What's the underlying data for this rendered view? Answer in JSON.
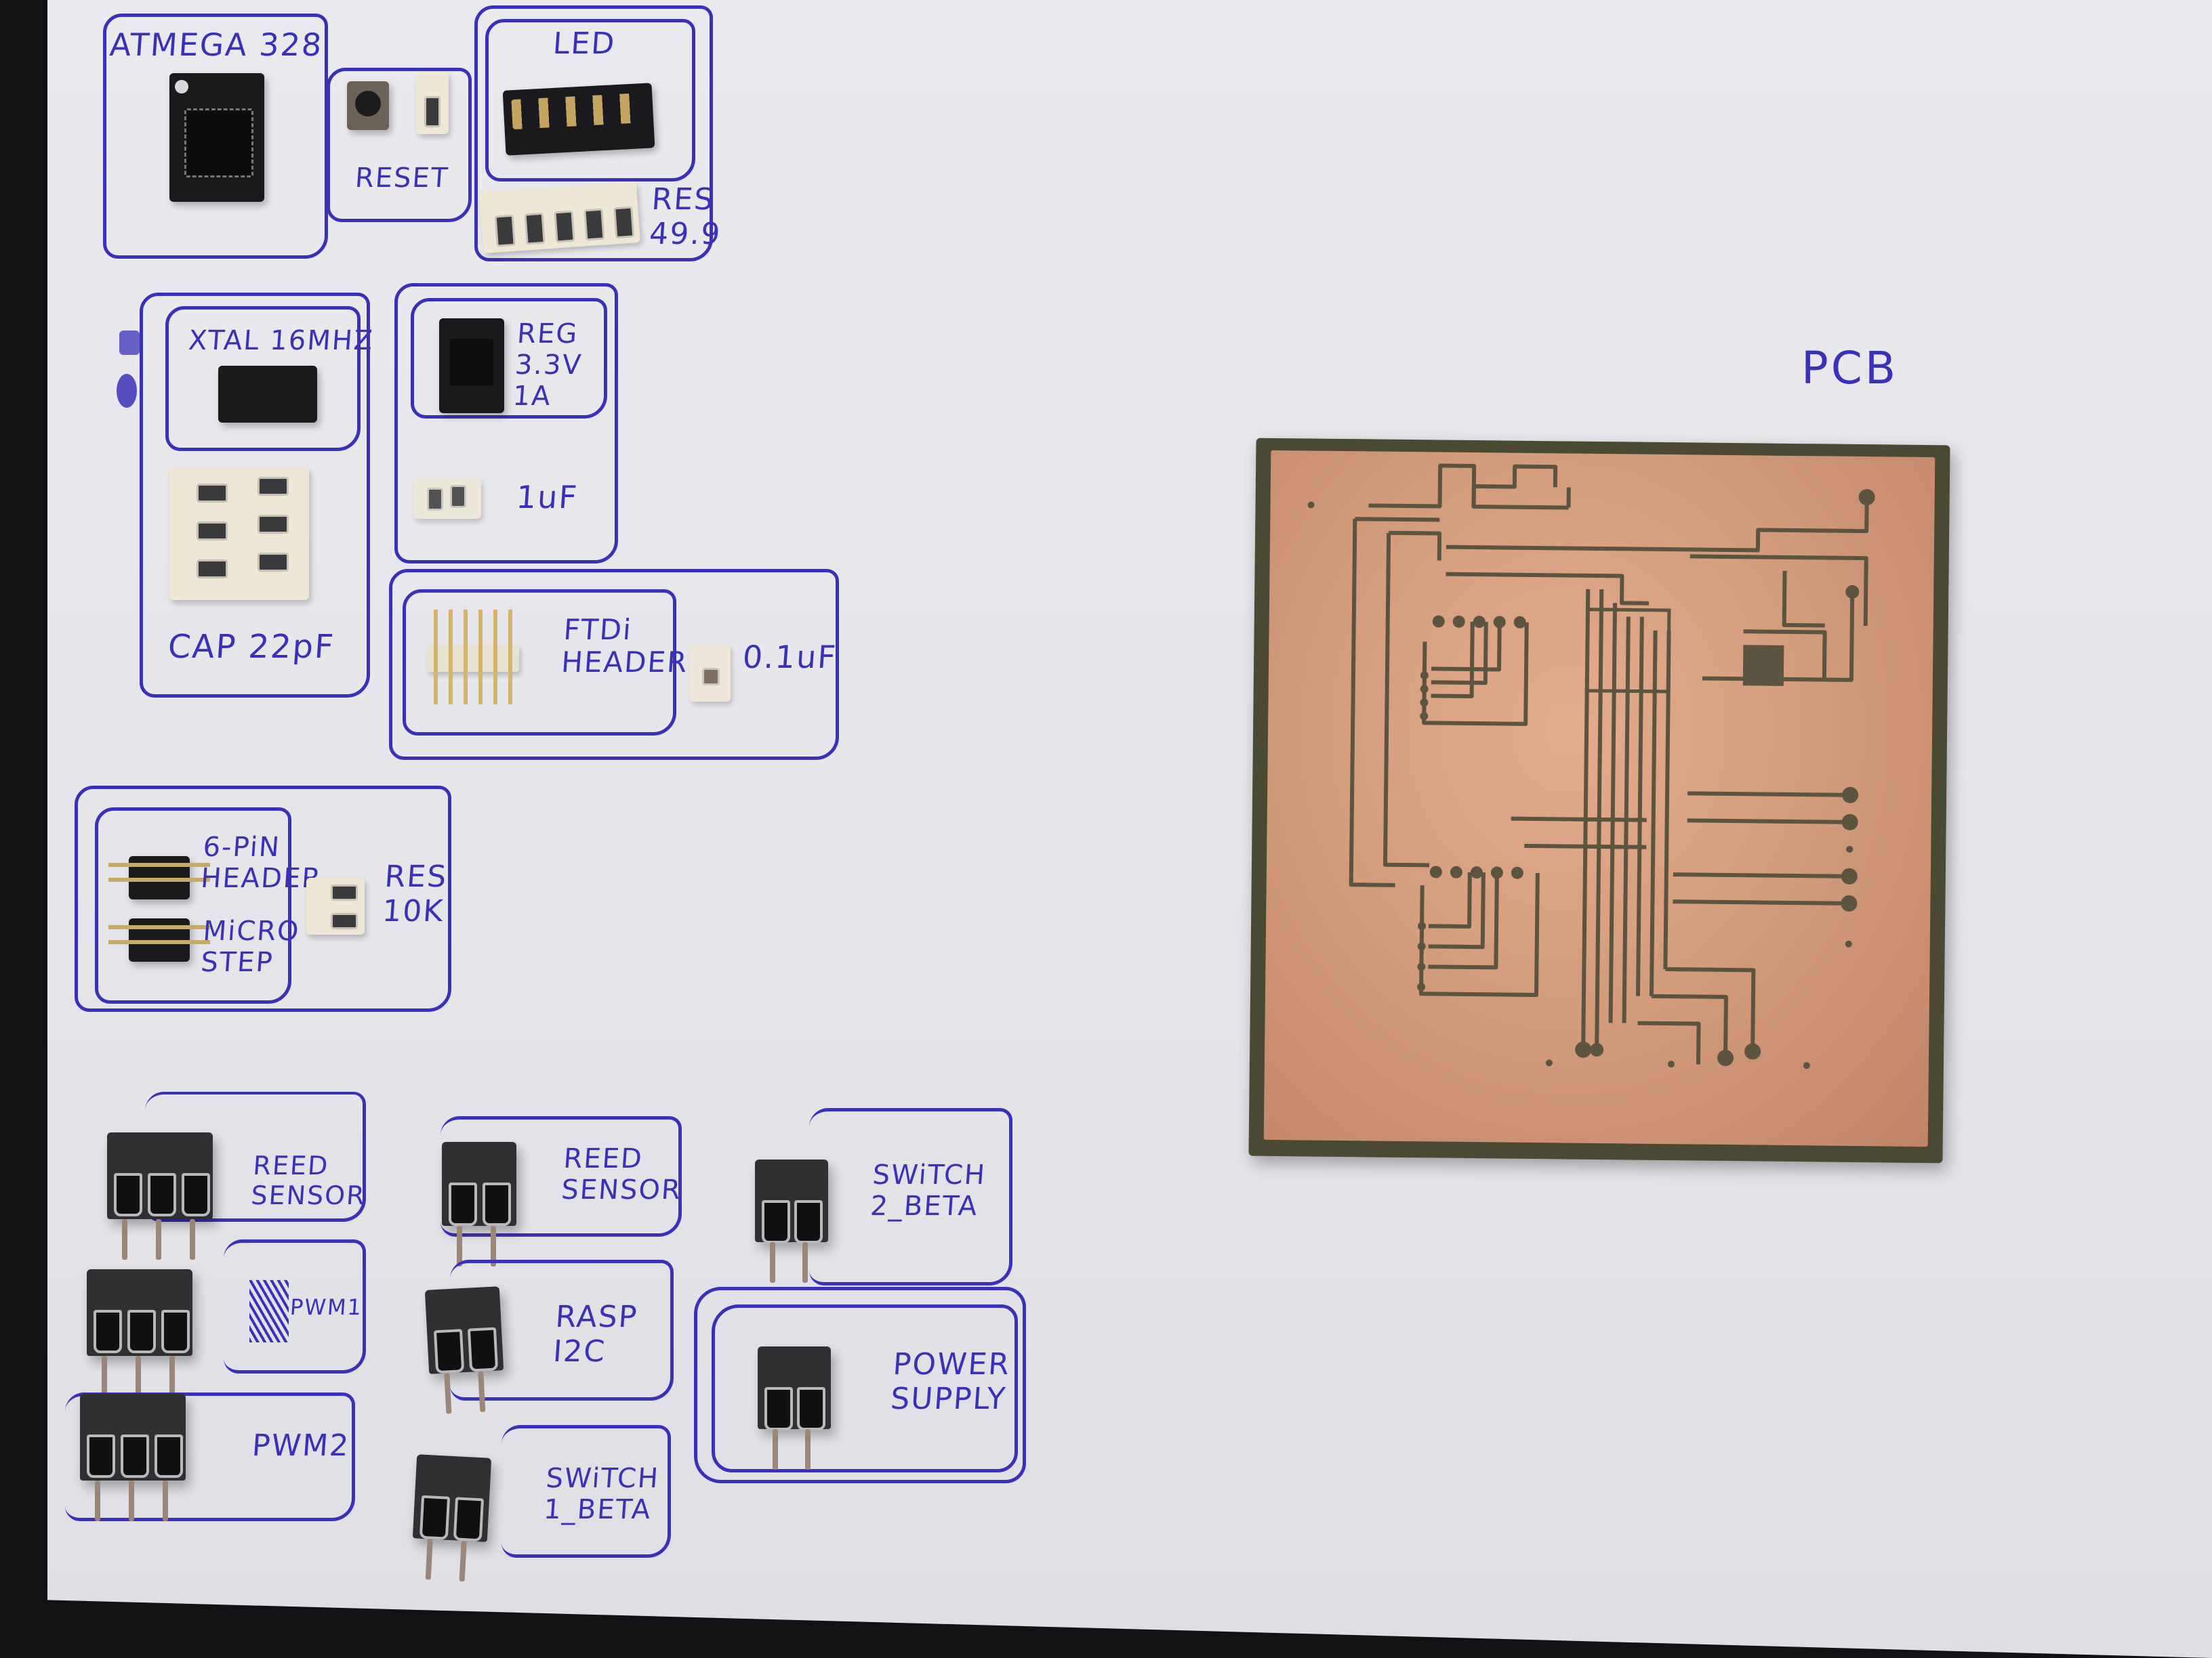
{
  "scene": {
    "description": "Handwritten component layout sheet with electronic parts placed in purple ink boxes next to a milled copper PCB",
    "ink_color": "#3b31b8",
    "paper_color": "#e7e7ec",
    "copper_color": "#d39a7c"
  },
  "groups": [
    {
      "id": "atmega",
      "label": "ATMEGA 328",
      "component": "TQFP microcontroller in tape"
    },
    {
      "id": "reset",
      "label": "RESET",
      "component": "tactile switch and SMD resistor"
    },
    {
      "id": "led",
      "label": "LED",
      "component": "SMD LED reel strip"
    },
    {
      "id": "res499",
      "label": "RES\n49.9",
      "component": "SMD resistor tape"
    },
    {
      "id": "xtal",
      "label": "XTAL 16MHZ",
      "component": "crystal in tape"
    },
    {
      "id": "cap22",
      "label": "CAP 22pF",
      "component": "SMD capacitor tape"
    },
    {
      "id": "reg",
      "label": "REG\n3.3V\n1A",
      "component": "SOT-223 regulator"
    },
    {
      "id": "cap1u",
      "label": "1uF",
      "component": "SMD capacitor"
    },
    {
      "id": "ftdi",
      "label": "FTDi\nHEADER",
      "component": "6-pin right-angle header"
    },
    {
      "id": "cap01u",
      "label": "0.1uF",
      "component": "SMD capacitor"
    },
    {
      "id": "pin6",
      "label": "6-PiN\nHEADER",
      "component": "2x3 SMD pin header"
    },
    {
      "id": "micro",
      "label": "MiCRO\nSTEP",
      "component": "2x3 SMD pin header"
    },
    {
      "id": "res10k",
      "label": "RES\n10K",
      "component": "SMD resistor tape"
    },
    {
      "id": "reed1",
      "label": "REED\nSENSOR",
      "component": "3-pin terminal block"
    },
    {
      "id": "pwm1",
      "label": "PWM1",
      "component": "3-pin terminal block"
    },
    {
      "id": "pwm2",
      "label": "PWM2",
      "component": "3-pin terminal block"
    },
    {
      "id": "reed2",
      "label": "REED\nSENSOR",
      "component": "2-pin terminal block"
    },
    {
      "id": "rasp",
      "label": "RASP\nI2C",
      "component": "2-pin terminal block"
    },
    {
      "id": "switch1",
      "label": "SWiTCH\n1_BETA",
      "component": "2-pin terminal block"
    },
    {
      "id": "switch2",
      "label": "SWiTCH\n2_BETA",
      "component": "2-pin terminal block"
    },
    {
      "id": "power",
      "label": "POWER\nSUPPLY",
      "component": "2-pin terminal block"
    }
  ],
  "pcb": {
    "label": "PCB",
    "material": "milled single-sided copper board"
  }
}
